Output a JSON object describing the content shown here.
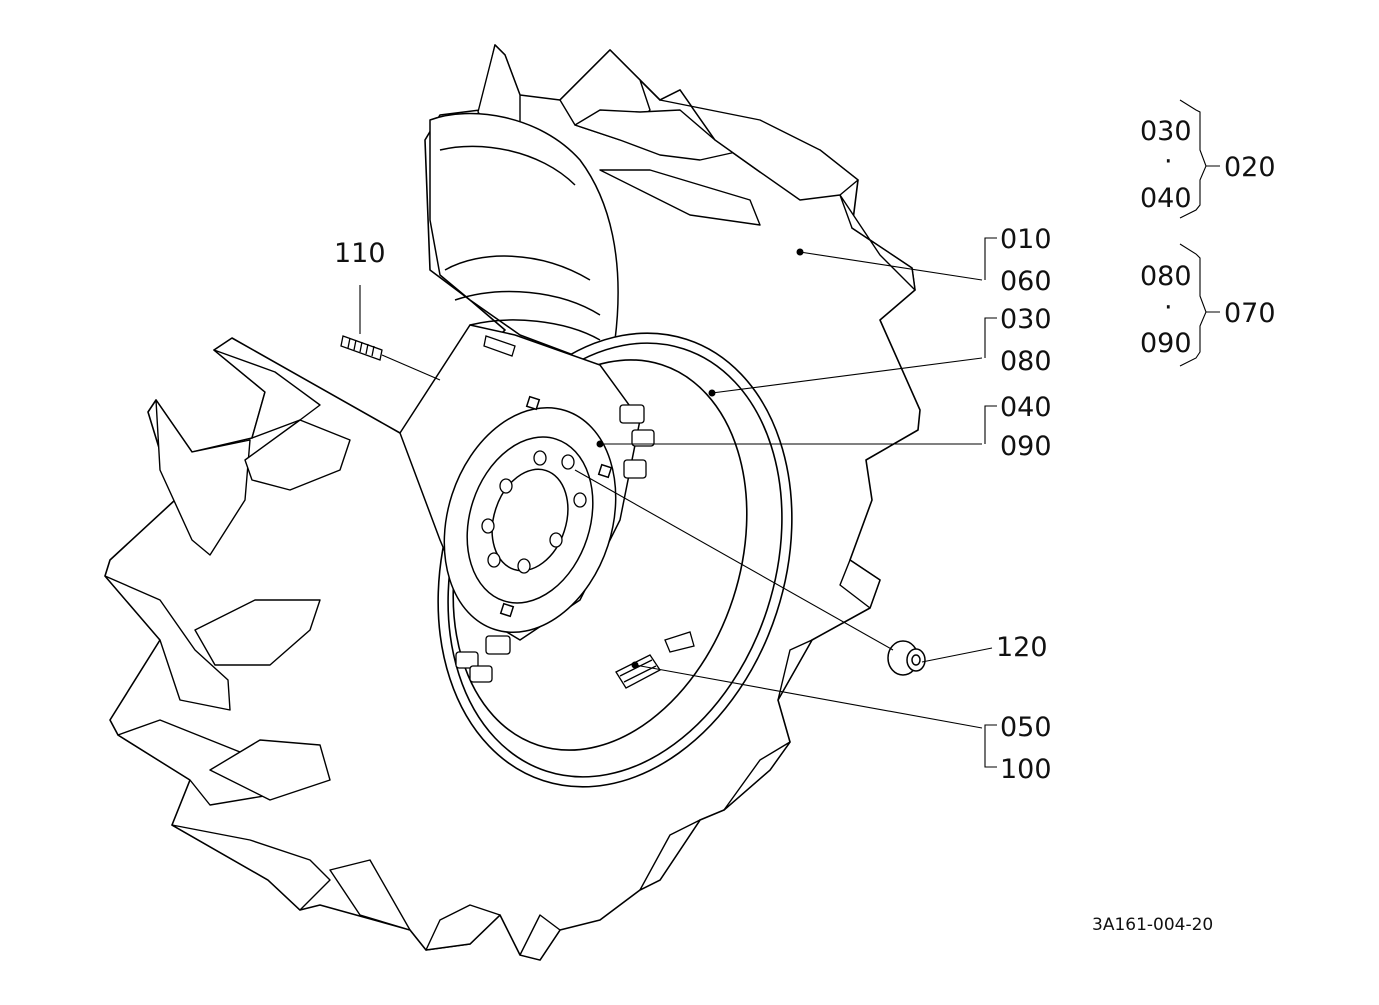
{
  "diagram": {
    "drawing_code": "3A161-004-20",
    "callouts": {
      "c110": "110",
      "c010": "010",
      "c060": "060",
      "c030": "030",
      "c080": "080",
      "c040": "040",
      "c090": "090",
      "c120": "120",
      "c050": "050",
      "c100": "100"
    },
    "legend": {
      "group_020": {
        "top": "030",
        "dot": "·",
        "bottom": "040",
        "parent": "020"
      },
      "group_070": {
        "top": "080",
        "dot": "·",
        "bottom": "090",
        "parent": "070"
      }
    }
  }
}
